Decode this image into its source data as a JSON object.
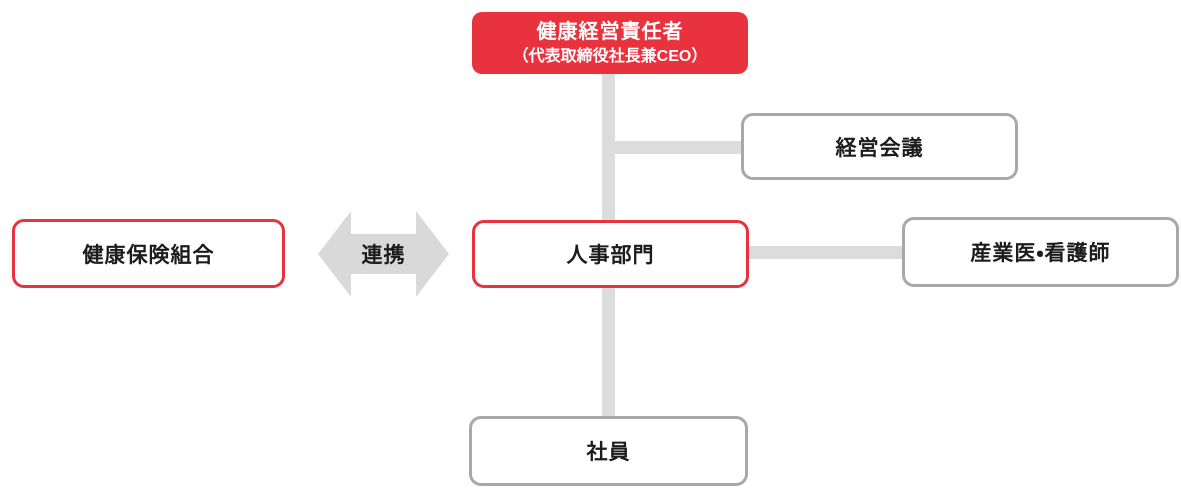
{
  "diagram": {
    "title_box": {
      "line1": "健康経営責任者",
      "line2": "（代表取締役社長兼CEO）"
    },
    "boxes": {
      "management_meeting": "経営会議",
      "health_insurance_union": "健康保険組合",
      "hr_department": "人事部門",
      "occupational_physician_nurse": "産業医・看護師",
      "employees": "社員"
    },
    "arrow_label": "連携",
    "colors": {
      "red": "#e8333f",
      "gray_border": "#a8a8a8",
      "connector_gray": "#dcdcdc",
      "arrow_gray": "#d9d9d9",
      "text_black": "#1c1c1c",
      "box_white": "#ffffff"
    }
  }
}
